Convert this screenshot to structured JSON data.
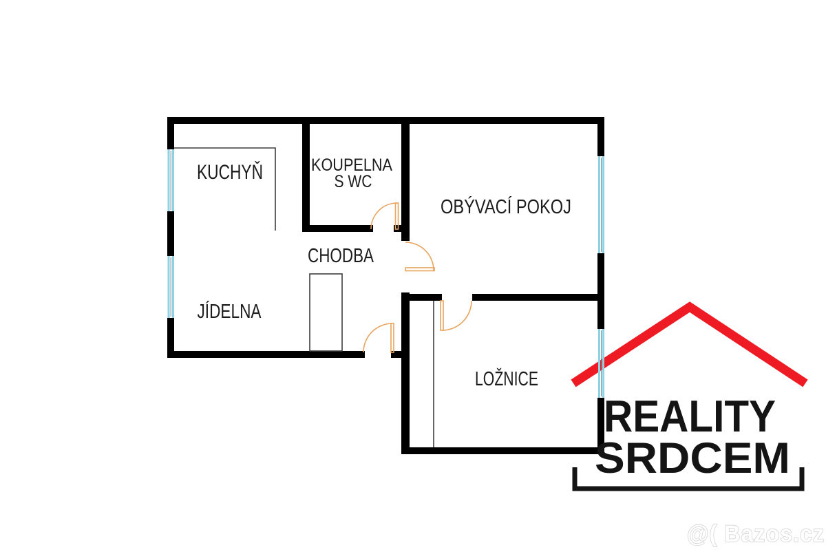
{
  "floor_plan": {
    "rooms": {
      "kuchyn": {
        "label": "KUCHYŇ"
      },
      "koupelna": {
        "label_line1": "KOUPELNA",
        "label_line2": "S WC"
      },
      "obyvaci_pokoj": {
        "label": "OBÝVACÍ POKOJ"
      },
      "chodba": {
        "label": "CHODBA"
      },
      "jidelna": {
        "label": "JÍDELNA"
      },
      "loznice": {
        "label": "LOŽNICE"
      }
    }
  },
  "logo": {
    "line1": "REALITY",
    "line2": "SRDCEM"
  },
  "watermark": {
    "text": "@( Bazos.cz"
  },
  "colors": {
    "background": "#ffffff",
    "wall": "#000000",
    "thin_line": "#3d3d3d",
    "window": "#8fd2e4",
    "window_core": "#6b8890",
    "door": "#e8a35c",
    "roof": "#ee1b24",
    "logo_text": "#141414",
    "watermark_fill": "#ffffff",
    "watermark_outline": "#cccccc"
  }
}
